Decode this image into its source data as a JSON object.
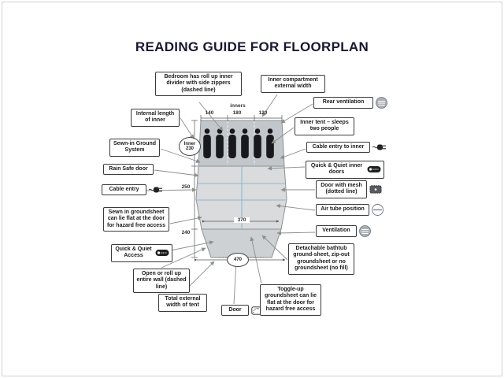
{
  "title": "READING GUIDE FOR FLOORPLAN",
  "callouts": {
    "bedroom_divider": {
      "label": "Bedroom has roll up inner divider with side zippers (dashed line)"
    },
    "inner_compartment_width": {
      "label": "Inner compartment external width"
    },
    "rear_ventilation": {
      "label": "Rear ventilation"
    },
    "internal_length": {
      "label": "Internal length of inner"
    },
    "inner_tent_sleeps": {
      "label": "Inner tent – sleeps two people"
    },
    "sewn_in_ground_system": {
      "label": "Sewn-in Ground System"
    },
    "cable_entry_to_inner": {
      "label": "Cable entry to inner"
    },
    "rain_safe_door": {
      "label": "Rain Safe door"
    },
    "quick_quiet_inner_doors": {
      "label": "Quick & Quiet inner doors"
    },
    "cable_entry": {
      "label": "Cable entry"
    },
    "door_with_mesh": {
      "label": "Door with mesh (dotted line)"
    },
    "air_tube_position": {
      "label": "Air tube position"
    },
    "sewn_in_groundsheet": {
      "label": "Sewn in groundsheet can lie flat at the door for hazard free access"
    },
    "ventilation": {
      "label": "Ventilation"
    },
    "quick_quiet_access": {
      "label": "Quick & Quiet Access"
    },
    "detachable_bathtub": {
      "label": "Detachable bathtub ground-sheet, zip-out groundsheet or no groundsheet (no fill)"
    },
    "open_roll_wall": {
      "label": "Open or roll up entire wall (dashed line)"
    },
    "total_external_width": {
      "label": "Total external width of tent"
    },
    "door": {
      "label": "Door"
    },
    "toggle_up_groundsheet": {
      "label": "Toggle-up groundsheet can lie flat at the door for hazard free access"
    }
  },
  "dims": {
    "inners": "inners",
    "width_left": "140",
    "width_mid": "180",
    "width_right": "120",
    "inner_label": "Inner",
    "inner_value": "230",
    "living_length": "250",
    "porch_length": "240",
    "mid_width": "370",
    "total_width": "470"
  },
  "icons": {
    "rear_ventilation": "vent-circle",
    "ventilation": "vent-circle",
    "air_tube": "air-circle",
    "cable_entry": "plug",
    "cable_entry_inner": "plug",
    "quick_quiet": "zipper",
    "door_mesh": "mesh-panel",
    "door": "door-zip"
  },
  "colors": {
    "title": "#181830",
    "leader_arrow": "#8a9087",
    "tent_bedroom": "#c2c7cb",
    "tent_living": "#d9dbdd",
    "tent_porch": "#ced1d4",
    "blue_guides": "#7aa9c9"
  }
}
